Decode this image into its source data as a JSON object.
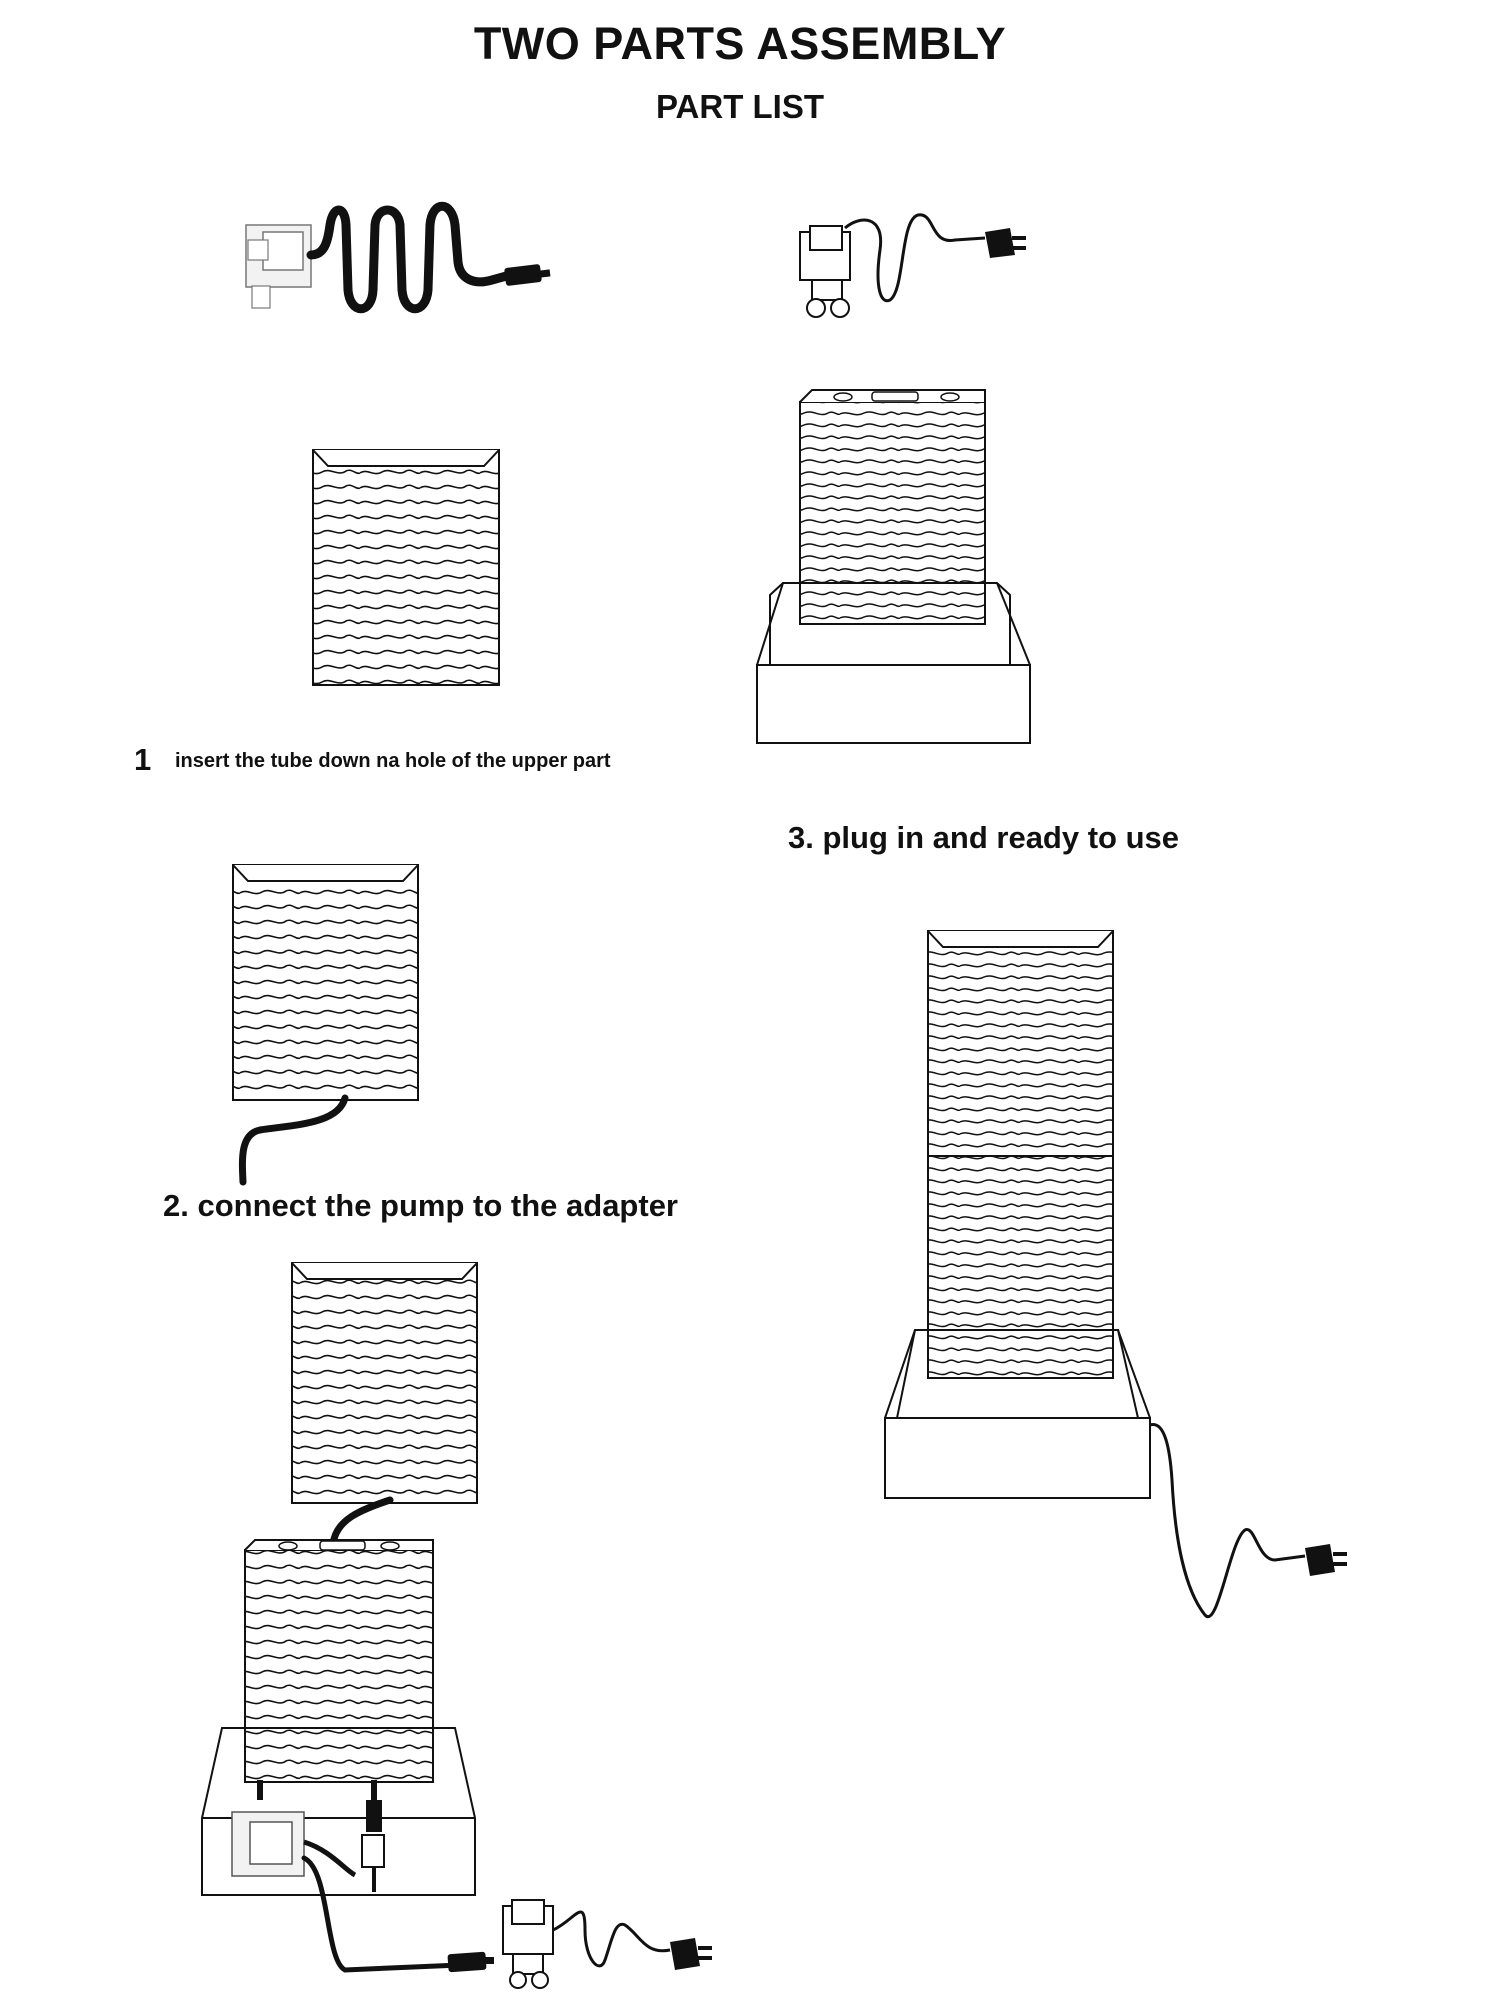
{
  "document": {
    "title": "TWO PARTS ASSEMBLY",
    "subtitle": "PART LIST"
  },
  "steps": [
    {
      "number": "1",
      "text": "insert the tube  down na hole of the upper part"
    },
    {
      "text": "2. connect the pump to the adapter"
    },
    {
      "text": "3. plug in and ready to use"
    }
  ],
  "illustrations": [
    "pump-with-cable-icon",
    "adapter-with-plug-icon",
    "upper-part-panel-icon",
    "lower-part-with-base-icon",
    "upper-part-with-tube-icon",
    "two-part-connection-icon",
    "assembled-fountain-icon"
  ],
  "colors": {
    "line": "#111111",
    "background": "#ffffff"
  }
}
